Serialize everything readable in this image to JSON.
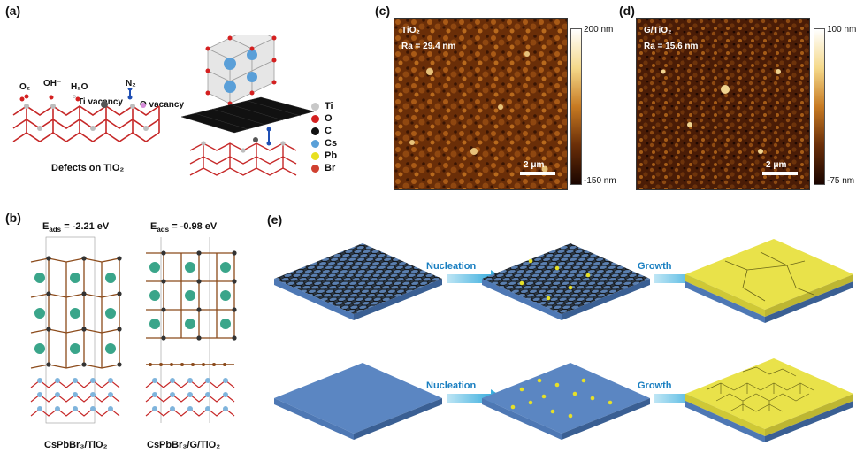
{
  "panels": {
    "a": "(a)",
    "b": "(b)",
    "c": "(c)",
    "d": "(d)",
    "e": "(e)"
  },
  "panel_a": {
    "species": [
      "O₂",
      "OH⁻",
      "H₂O",
      "N₂"
    ],
    "ti_vacancy": "Ti vacancy",
    "o_vacancy": "O vacancy",
    "caption": "Defects on TiO₂",
    "legend": [
      {
        "label": "Ti",
        "color": "#c8c8c8"
      },
      {
        "label": "O",
        "color": "#d42020"
      },
      {
        "label": "C",
        "color": "#111111"
      },
      {
        "label": "Cs",
        "color": "#5aa0d8"
      },
      {
        "label": "Pb",
        "color": "#e8e020"
      },
      {
        "label": "Br",
        "color": "#d04030"
      }
    ]
  },
  "panel_b": {
    "left_energy": "E",
    "left_sub": "ads",
    "left_value": " = -2.21 eV",
    "right_energy": "E",
    "right_sub": "ads",
    "right_value": " = -0.98 eV",
    "left_caption": "CsPbBr₃/TiO₂",
    "right_caption": "CsPbBr₃/G/TiO₂"
  },
  "panel_c": {
    "sample": "TiO₂",
    "ra": "Ra = 29.4 nm",
    "scale": "2 μm",
    "cbar_max": "200 nm",
    "cbar_min": "-150 nm"
  },
  "panel_d": {
    "sample": "G/TiO₂",
    "ra": "Ra = 15.6 nm",
    "scale": "2 μm",
    "cbar_max": "100 nm",
    "cbar_min": "-75 nm"
  },
  "panel_e": {
    "top_step1": "Nucleation",
    "top_step2": "Growth",
    "bottom_step1": "Nucleation",
    "bottom_step2": "Growth"
  }
}
